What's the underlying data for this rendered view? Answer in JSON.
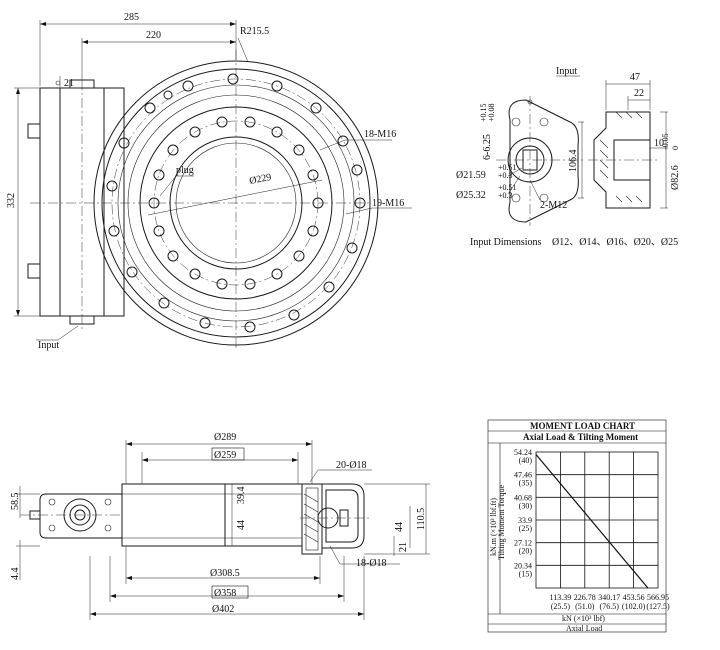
{
  "top_view": {
    "dim_285": "285",
    "dim_220": "220",
    "dim_r215": "R215.5",
    "dim_21": "21",
    "dim_332": "332",
    "dim_229": "Ø229",
    "label_18m16": "18-M16",
    "label_19m16": "19-M16",
    "label_plug": "plug",
    "label_input": "Input"
  },
  "input_view": {
    "title": "Input",
    "dim_47": "47",
    "dim_22": "22",
    "dim_10": "10",
    "dim_6625": "6-6.25",
    "tol_6625_upper": "+0.15",
    "tol_6625_lower": "+0.08",
    "dim_1064": "106.4",
    "dim_2159": "Ø21.59",
    "tol_2159_upper": "+0.51",
    "tol_2159_lower": "+0.3",
    "dim_2532": "Ø25.32",
    "tol_2532_upper": "+0.51",
    "tol_2532_lower": "+0.3",
    "dim_2m12": "2-M12",
    "dim_826": "Ø82.6",
    "tol_826_upper": "-0.05",
    "tol_826_lower": "0",
    "dimensions_label": "Input Dimensions",
    "dimensions_values": "Ø12、Ø14、Ø16、Ø20、Ø25"
  },
  "side_view": {
    "dim_289": "Ø289",
    "dim_259": "Ø259",
    "dim_20_18": "20-Ø18",
    "dim_585": "58.5",
    "dim_394": "39.4",
    "dim_44a": "44",
    "dim_44b": "44",
    "dim_1105": "110.5",
    "dim_21": "21",
    "dim_44c": "4.4",
    "dim_3085": "Ø308.5",
    "dim_18_18": "18-Ø18",
    "dim_358": "Ø358",
    "dim_402": "Ø402"
  },
  "chart_data": {
    "type": "line",
    "title": "MOMENT LOAD CHART",
    "subtitle": "Axial Load & Tilting Moment",
    "ylabel_line1": "kN.m  (×10³ lbf.ft)",
    "ylabel_line2": "Tilting Moment Torque",
    "xlabel_line1": "kN  (×10³ lbf)",
    "xlabel_line2": "Axial Load",
    "y_ticks": [
      {
        "value": "54.24",
        "alt": "(40)"
      },
      {
        "value": "47.46",
        "alt": "(35)"
      },
      {
        "value": "40.68",
        "alt": "(30)"
      },
      {
        "value": "33.9",
        "alt": "(25)"
      },
      {
        "value": "27.12",
        "alt": "(20)"
      },
      {
        "value": "20.34",
        "alt": "(15)"
      }
    ],
    "x_ticks": [
      {
        "value": "113.39",
        "alt": "(25.5)"
      },
      {
        "value": "226.78",
        "alt": "(51.0)"
      },
      {
        "value": "340.17",
        "alt": "(76.5)"
      },
      {
        "value": "453.56",
        "alt": "(102.0)"
      },
      {
        "value": "566.95",
        "alt": "(127.5)"
      }
    ],
    "xlim": [
      0,
      566.95
    ],
    "ylim": [
      13.56,
      54.24
    ],
    "grid": true,
    "series": [
      {
        "x": [
          0,
          520
        ],
        "y": [
          53.5,
          13.56
        ]
      }
    ]
  }
}
